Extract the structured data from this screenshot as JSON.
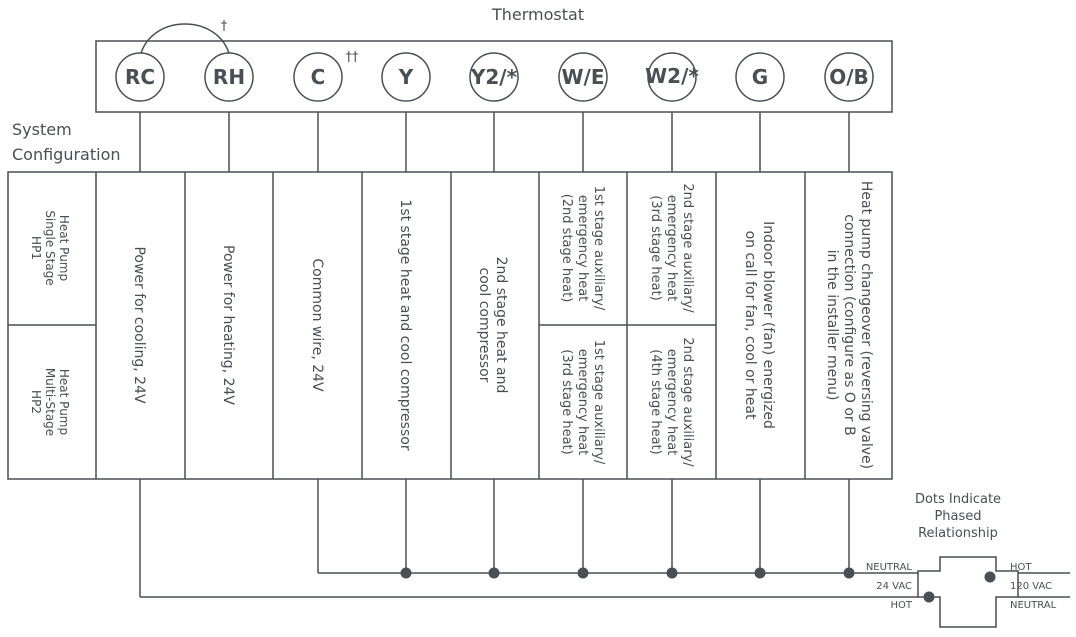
{
  "title": "Thermostat",
  "section_label_1": "System",
  "section_label_2": "Configuration",
  "jumper_mark": "†",
  "common_mark": "††",
  "terminals": [
    "RC",
    "RH",
    "C",
    "Y",
    "Y2/*",
    "W/E",
    "W2/*",
    "G",
    "O/B"
  ],
  "config_rows": {
    "hp1": [
      "Heat Pump",
      "Single Stage",
      "HP1"
    ],
    "hp2": [
      "Heat Pump",
      "Multi-Stage",
      "HP2"
    ]
  },
  "columns": {
    "rc": [
      "Power for cooling, 24V"
    ],
    "rh": [
      "Power for heating, 24V"
    ],
    "c": [
      "Common wire, 24V"
    ],
    "y": [
      "1st stage heat and cool compressor"
    ],
    "y2": [
      "2nd stage heat and",
      "cool compressor"
    ],
    "we_top": [
      "1st stage auxiliary/",
      "emergency heat",
      "(2nd stage heat)"
    ],
    "we_bottom": [
      "1st stage auxiliary/",
      "emergency heat",
      "(3rd stage heat)"
    ],
    "w2_top": [
      "2nd stage auxiliary/",
      "emergency heat",
      "(3rd stage heat)"
    ],
    "w2_bottom": [
      "2nd stage auxiliary/",
      "emergency heat",
      "(4th stage heat)"
    ],
    "g": [
      "Indoor blower (fan) energized",
      "on call for fan, cool or heat"
    ],
    "ob": [
      "Heat pump changeover (reversing valve)",
      "connection (configure as O or B",
      "in the installer menu)"
    ]
  },
  "phase_note": [
    "Dots Indicate",
    "Phased",
    "Relationship"
  ],
  "transformer": {
    "left_top": "NEUTRAL",
    "left_mid": "24 VAC",
    "left_bottom": "HOT",
    "right_top": "HOT",
    "right_mid": "120 VAC",
    "right_bottom": "NEUTRAL"
  },
  "colors": {
    "line": "#4a4f55",
    "background": "#ffffff"
  }
}
